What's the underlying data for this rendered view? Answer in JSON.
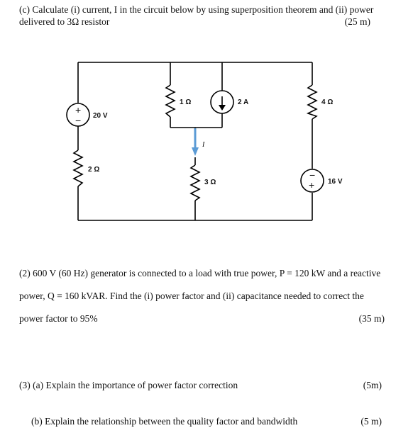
{
  "q1": {
    "line1": "(c) Calculate (i) current, I in the circuit below by using superposition theorem and (ii) power",
    "line2": "delivered to 3Ω resistor",
    "marks": "(25 m)"
  },
  "circuit": {
    "v1_label": "20 V",
    "r1_label": "2 Ω",
    "r2_label": "1 Ω",
    "i_source_label": "2 A",
    "current_label": "I",
    "r3_label": "3 Ω",
    "r4_label": "4 Ω",
    "v2_label": "16 V",
    "plus_sign": "+",
    "minus_sign": "−",
    "wire_color": "#000000",
    "arrow_color": "#5b9bd5"
  },
  "q2": {
    "line1": "(2)  600 V (60 Hz) generator is connected to a load with true power, P = 120 kW and a reactive",
    "line2": "power,  Q  =  160  kVAR.  Find  the  (i)  power  factor  and  (ii)  capacitance  needed  to  correct  the",
    "line3": "power factor to 95%",
    "marks": "(35 m)"
  },
  "q3a": {
    "text": "(3) (a) Explain the importance of power factor correction",
    "marks": "(5m)"
  },
  "q3b": {
    "text": "(b) Explain the relationship between the quality factor and bandwidth",
    "marks": "(5 m)"
  }
}
